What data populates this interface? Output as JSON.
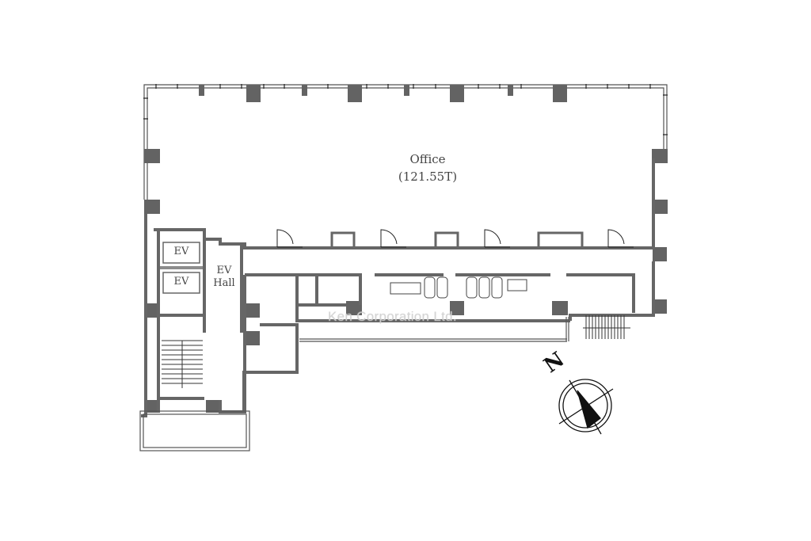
{
  "plan": {
    "rooms": {
      "office": {
        "name": "Office",
        "area": "(121.55T)"
      },
      "elevators": [
        {
          "label": "EV"
        },
        {
          "label": "EV"
        }
      ],
      "ev_hall": {
        "line1": "EV",
        "line2": "Hall"
      }
    },
    "watermark": "Ken Corporation Ltd.",
    "compass": {
      "letter": "N"
    },
    "colors": {
      "wall": "#666666",
      "column": "#636363",
      "line": "#333333",
      "background": "#ffffff"
    }
  }
}
